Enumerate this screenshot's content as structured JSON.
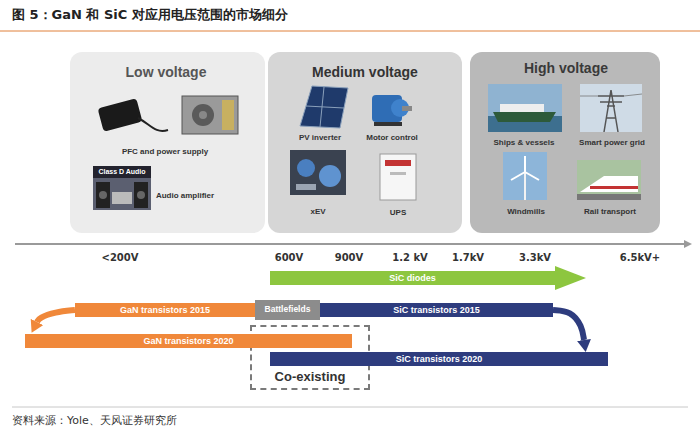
{
  "diagram": {
    "title": "图 5：GaN 和 SiC 对应用电压范围的市场细分",
    "nodes": [
      {
        "text": [
          "Low voltage"
        ]
      },
      {
        "text": [
          "PFC and power supply"
        ],
        "in": 0
      },
      {
        "text": [
          "Class D Audio",
          "Audio amplifier"
        ],
        "in": 0
      },
      {
        "text": [
          "Medium voltage"
        ]
      },
      {
        "text": [
          "PV inverter"
        ],
        "in": 3
      },
      {
        "text": [
          "Motor control"
        ],
        "in": 3
      },
      {
        "text": [
          "xEV"
        ],
        "in": 3
      },
      {
        "text": [
          "UPS"
        ],
        "in": 3
      },
      {
        "text": [
          "High voltage"
        ]
      },
      {
        "text": [
          "Ships & vessels"
        ],
        "in": 8
      },
      {
        "text": [
          "Smart power grid"
        ],
        "in": 8
      },
      {
        "text": [
          "Windmills"
        ],
        "in": 8
      },
      {
        "text": [
          "Rail transport"
        ],
        "in": 8
      },
      {
        "text": [
          "SiC diodes"
        ]
      },
      {
        "text": [
          "GaN transistors 2015"
        ]
      },
      {
        "text": [
          "Battlefields"
        ]
      },
      {
        "text": [
          "SiC transistors 2015"
        ]
      },
      {
        "text": [
          "GaN transistors 2020"
        ]
      },
      {
        "text": [
          "SiC transistors 2020"
        ]
      },
      {
        "text": [
          "Co-existing"
        ]
      }
    ],
    "edges": [
      {
        "from": 14,
        "to": 17,
        "arrow": "to"
      },
      {
        "from": 16,
        "to": 18,
        "arrow": "to"
      }
    ],
    "labels": [
      "<200V",
      "600V",
      "900V",
      "1.2 kV",
      "1.7kV",
      "3.3kV",
      "6.5kV+",
      "资料来源：Yole、天风证券研究所"
    ]
  }
}
